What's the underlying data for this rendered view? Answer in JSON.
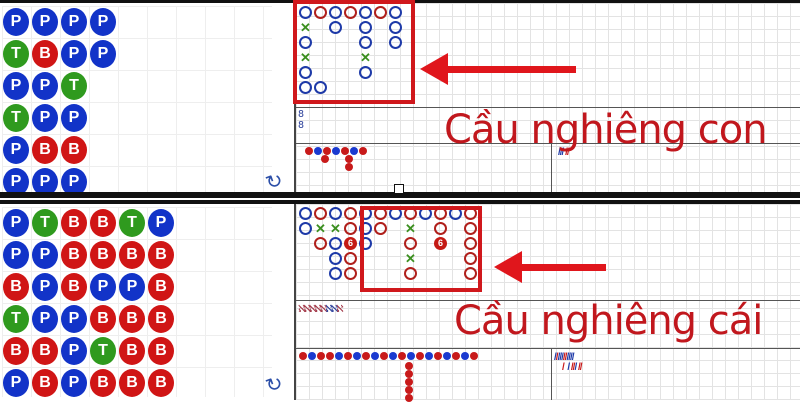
{
  "top_panel": {
    "bead_road_columns": [
      [
        "P",
        "T",
        "P",
        "T",
        "P",
        "P"
      ],
      [
        "P",
        "B",
        "P",
        "P",
        "B",
        "P"
      ],
      [
        "P",
        "P",
        "T",
        "P",
        "B",
        "P"
      ],
      [
        "P",
        "P",
        "",
        "",
        "",
        ""
      ]
    ],
    "annotation": {
      "label": "Cầu nghiêng con",
      "color": "#c1171d",
      "highlight_color": "#d0181c"
    },
    "big_road_columns": [
      [
        "P",
        "X",
        "P",
        "X",
        "P",
        "P"
      ],
      [
        "B",
        "",
        "",
        "",
        "",
        "P"
      ],
      [
        "P",
        "P",
        "",
        "",
        "",
        ""
      ],
      [
        "B",
        "",
        "",
        "",
        "",
        ""
      ],
      [
        "P",
        "P",
        "P",
        "X",
        "P",
        ""
      ],
      [
        "B",
        "",
        "",
        "",
        "",
        ""
      ],
      [
        "P",
        "P",
        "P",
        "",
        "",
        ""
      ]
    ]
  },
  "bottom_panel": {
    "bead_road_rows": [
      [
        "P",
        "T",
        "B",
        "B",
        "T",
        "P"
      ],
      [
        "P",
        "P",
        "B",
        "B",
        "B",
        "B"
      ],
      [
        "B",
        "P",
        "B",
        "P",
        "P",
        "B"
      ],
      [
        "T",
        "P",
        "P",
        "B",
        "B",
        "B"
      ],
      [
        "B",
        "B",
        "P",
        "T",
        "B",
        "B"
      ],
      [
        "P",
        "B",
        "P",
        "B",
        "B",
        "B"
      ]
    ],
    "annotation": {
      "label": "Cầu nghiêng cái",
      "color": "#c1171d",
      "highlight_color": "#d0181c"
    },
    "big_road_columns": [
      [
        "P",
        "P",
        "",
        "",
        "",
        ""
      ],
      [
        "B",
        "X",
        "B",
        "",
        "",
        ""
      ],
      [
        "P",
        "X",
        "P",
        "P",
        "P",
        ""
      ],
      [
        "B",
        "B",
        "6",
        "B",
        "B",
        ""
      ],
      [
        "P",
        "P",
        "P",
        "",
        "",
        ""
      ],
      [
        "B",
        "B",
        "",
        "",
        "",
        ""
      ],
      [
        "P",
        "",
        "",
        "",
        "",
        ""
      ],
      [
        "B",
        "X",
        "B",
        "X",
        "B",
        ""
      ],
      [
        "P",
        "",
        "",
        "",
        "",
        ""
      ],
      [
        "B",
        "B",
        "6",
        "",
        "",
        ""
      ],
      [
        "P",
        "",
        "",
        "",
        "",
        ""
      ],
      [
        "B",
        "B",
        "B",
        "B",
        "B",
        ""
      ]
    ]
  },
  "icons": {
    "refresh": "↻"
  },
  "colors": {
    "player": "#1233c8",
    "banker": "#d01515",
    "tie": "#2f9a1e"
  }
}
